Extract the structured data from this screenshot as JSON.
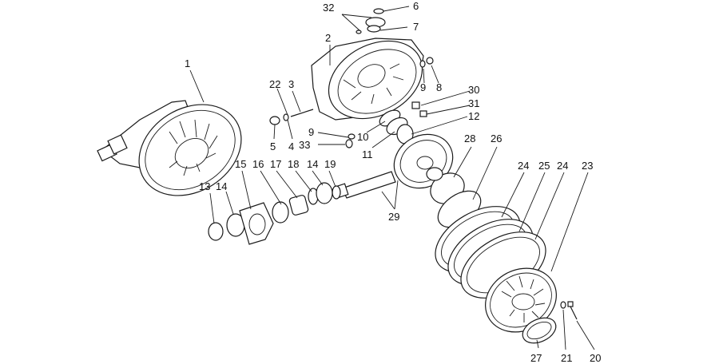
{
  "callouts": [
    {
      "id": "c1",
      "text": "1"
    },
    {
      "id": "c2",
      "text": "2"
    },
    {
      "id": "c3",
      "text": "3"
    },
    {
      "id": "c4",
      "text": "4"
    },
    {
      "id": "c5",
      "text": "5"
    },
    {
      "id": "c6",
      "text": "6"
    },
    {
      "id": "c7",
      "text": "7"
    },
    {
      "id": "c8",
      "text": "8"
    },
    {
      "id": "c9a",
      "text": "9"
    },
    {
      "id": "c9b",
      "text": "9"
    },
    {
      "id": "c10",
      "text": "10"
    },
    {
      "id": "c11",
      "text": "11"
    },
    {
      "id": "c12",
      "text": "12"
    },
    {
      "id": "c13",
      "text": "13"
    },
    {
      "id": "c14a",
      "text": "14"
    },
    {
      "id": "c14b",
      "text": "14"
    },
    {
      "id": "c15",
      "text": "15"
    },
    {
      "id": "c16",
      "text": "16"
    },
    {
      "id": "c17",
      "text": "17"
    },
    {
      "id": "c18",
      "text": "18"
    },
    {
      "id": "c19",
      "text": "19"
    },
    {
      "id": "c20",
      "text": "20"
    },
    {
      "id": "c21",
      "text": "21"
    },
    {
      "id": "c22",
      "text": "22"
    },
    {
      "id": "c23",
      "text": "23"
    },
    {
      "id": "c24a",
      "text": "24"
    },
    {
      "id": "c24b",
      "text": "24"
    },
    {
      "id": "c25",
      "text": "25"
    },
    {
      "id": "c26",
      "text": "26"
    },
    {
      "id": "c27",
      "text": "27"
    },
    {
      "id": "c28",
      "text": "28"
    },
    {
      "id": "c29",
      "text": "29"
    },
    {
      "id": "c30",
      "text": "30"
    },
    {
      "id": "c31",
      "text": "31"
    },
    {
      "id": "c32",
      "text": "32"
    },
    {
      "id": "c33",
      "text": "33"
    }
  ]
}
